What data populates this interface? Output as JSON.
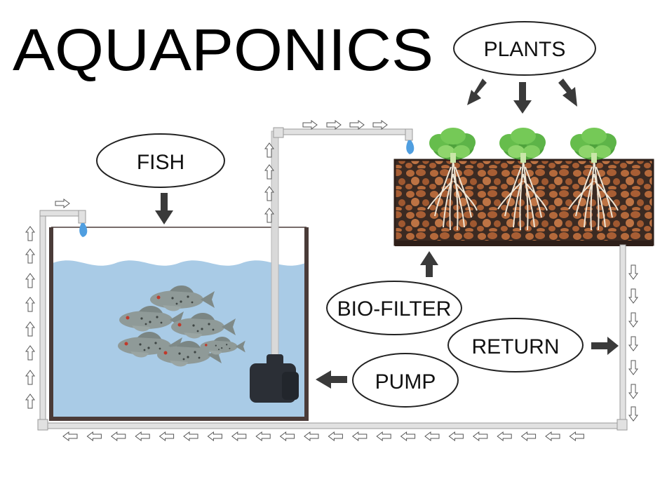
{
  "title": "AQUAPONICS",
  "labels": {
    "plants": "PLANTS",
    "fish": "FISH",
    "bio_filter": "BIO-FILTER",
    "return": "RETURN",
    "pump": "PUMP"
  },
  "colors": {
    "water": "#a9cbe6",
    "water_dark": "#8fb9dc",
    "tank_wall": "#4a3b38",
    "grow_bed": "#3b2a22",
    "clay": "#b0683c",
    "pipe": "#d9d9d9",
    "arrow": "#3a3a3a",
    "leaf": "#5fb84a",
    "fish": "#8f9a98",
    "pump": "#2b2f36"
  },
  "icons": {
    "flow_arrow": "outline-arrow-icon",
    "direction_arrow": "solid-arrow-icon",
    "faucet": "water-spout-icon"
  }
}
